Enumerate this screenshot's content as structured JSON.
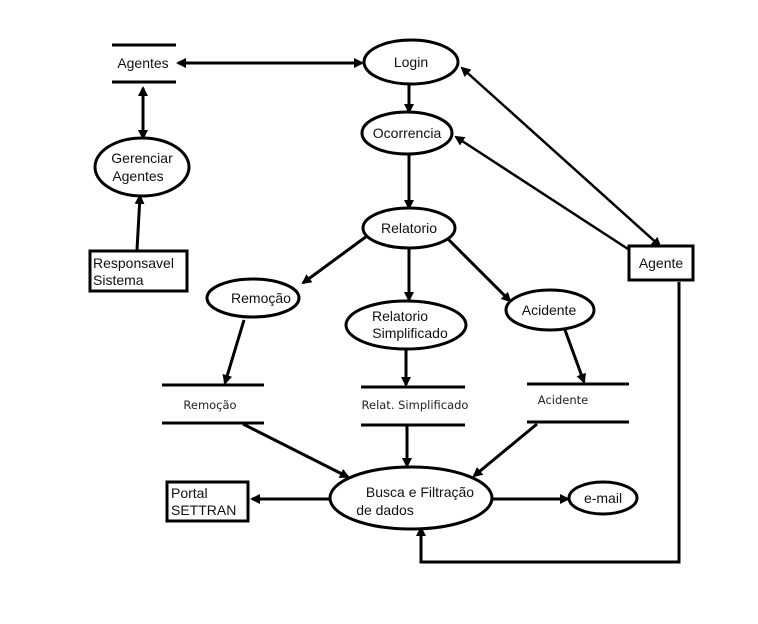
{
  "diagram": {
    "type": "data-flow-diagram",
    "processes": [
      {
        "id": "login",
        "lines": [
          "Login"
        ]
      },
      {
        "id": "ocorrencia",
        "lines": [
          "Ocorrencia"
        ]
      },
      {
        "id": "gerenciar",
        "lines": [
          "Gerenciar",
          "Agentes"
        ]
      },
      {
        "id": "relatorio",
        "lines": [
          "Relatorio"
        ]
      },
      {
        "id": "remocao",
        "lines": [
          "Remoção"
        ]
      },
      {
        "id": "relsimp",
        "lines": [
          "Relatorio",
          "Simplificado"
        ]
      },
      {
        "id": "acidente",
        "lines": [
          "Acidente"
        ]
      },
      {
        "id": "busca",
        "lines": [
          "Busca e Filtração",
          "de dados"
        ]
      },
      {
        "id": "email",
        "lines": [
          "e-mail"
        ]
      }
    ],
    "entities": [
      {
        "id": "responsavel",
        "lines": [
          "Responsavel",
          "Sistema"
        ]
      },
      {
        "id": "agente",
        "lines": [
          "Agente"
        ]
      },
      {
        "id": "portal",
        "lines": [
          "Portal",
          "SETTRAN"
        ]
      }
    ],
    "stores": [
      {
        "id": "store_agentes",
        "label": "Agentes"
      },
      {
        "id": "store_remocao",
        "label": "Remoção"
      },
      {
        "id": "store_relsimp",
        "label": "Relat. Simplificado"
      },
      {
        "id": "store_acidente",
        "label": "Acidente"
      }
    ],
    "flows": [
      {
        "from": "store_agentes",
        "to": "login",
        "bidirectional": true
      },
      {
        "from": "gerenciar",
        "to": "store_agentes",
        "bidirectional": true
      },
      {
        "from": "responsavel",
        "to": "gerenciar"
      },
      {
        "from": "login",
        "to": "ocorrencia"
      },
      {
        "from": "ocorrencia",
        "to": "relatorio"
      },
      {
        "from": "agente",
        "to": "login",
        "bidirectional": true
      },
      {
        "from": "agente",
        "to": "ocorrencia"
      },
      {
        "from": "relatorio",
        "to": "remocao"
      },
      {
        "from": "relatorio",
        "to": "relsimp"
      },
      {
        "from": "relatorio",
        "to": "acidente"
      },
      {
        "from": "remocao",
        "to": "store_remocao"
      },
      {
        "from": "relsimp",
        "to": "store_relsimp"
      },
      {
        "from": "acidente",
        "to": "store_acidente"
      },
      {
        "from": "store_remocao",
        "to": "busca"
      },
      {
        "from": "store_relsimp",
        "to": "busca"
      },
      {
        "from": "store_acidente",
        "to": "busca"
      },
      {
        "from": "busca",
        "to": "portal"
      },
      {
        "from": "busca",
        "to": "email"
      },
      {
        "from": "agente",
        "to": "busca"
      }
    ]
  }
}
